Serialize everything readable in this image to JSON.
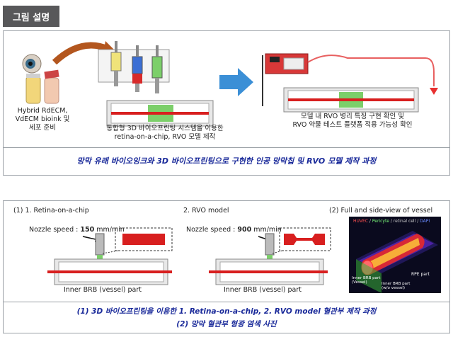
{
  "header": {
    "tag_label": "그림 설명"
  },
  "top_panel": {
    "step1_line1": "Hybrid RdECM,",
    "step1_line2": "VdECM bioink 및",
    "step1_line3": "세포 준비",
    "step2_line1": "통합형 3D 바이오프린팅 시스템을 이용한",
    "step2_line2": "retina-on-a-chip, RVO 모델 제작",
    "step3_line1": "모델 내 RVO 병리 특징 구현 확인 및",
    "step3_line2": "RVO 약물 테스트 플랫폼 적용 가능성 확인",
    "caption": "망막 유래 바이오잉크와 3D 바이오프린팅으로 구현한 인공 망막칩 및 RVO 모델 제작 과정"
  },
  "bottom_panel": {
    "col1_title": "(1) 1. Retina-on-a-chip",
    "col2_title": "2. RVO model",
    "col3_title": "(2) Full and side-view of vessel",
    "nozzle_label": "Nozzle speed : ",
    "speed1": "150",
    "speed2": "900",
    "speed_unit": " mm/min",
    "part_label": "Inner BRB (vessel) part",
    "legend_huvec": "HUVEC",
    "legend_pericyte": "Pericyte",
    "legend_retinal": "retinal cell",
    "legend_dapi": "DAPI",
    "rpe_label": "RPE part",
    "vessel_line1": "Inner BRB part",
    "vessel_line2": "(Vessel)",
    "wo_line1": "Inner BRB part",
    "wo_line2": "(w/o vessel)",
    "caption_line1": "(1) 3D 바이오프린팅을 이용한 1. Retina-on-a-chip, 2. RVO model 혈관부 제작 과정",
    "caption_line2": "(2) 망막 혈관부 형광 염색 사진"
  },
  "colors": {
    "caption_blue": "#1a2a9a",
    "vessel_red": "#d81f1f",
    "chip_green": "#7ccf6a",
    "arrow_blue": "#3b8fd6",
    "arrow_brown": "#b3561e"
  }
}
